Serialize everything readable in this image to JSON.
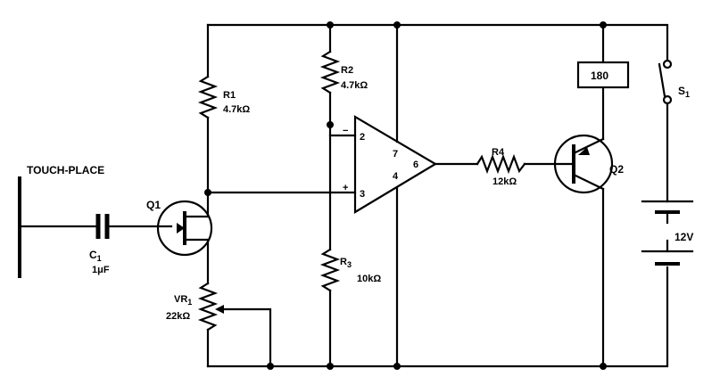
{
  "labels": {
    "touch_place": "TOUCH-PLACE",
    "c1_name": "C",
    "c1_sub": "1",
    "c1_value": "1μF",
    "q1": "Q1",
    "r1_name": "R1",
    "r1_value": "4.7kΩ",
    "r2_name": "R2",
    "r2_value": "4.7kΩ",
    "r3_name": "R",
    "r3_sub": "3",
    "r3_value": "10kΩ",
    "r4_name": "R4",
    "r4_value": "12kΩ",
    "vr1_name": "VR",
    "vr1_sub": "1",
    "vr1_value": "22kΩ",
    "q2": "Q2",
    "relay_value": "180",
    "s1_name": "S",
    "s1_sub": "1",
    "battery_voltage": "12V",
    "opamp_pin2": "2",
    "opamp_pin3": "3",
    "opamp_pin4": "4",
    "opamp_pin6": "6",
    "opamp_pin7": "7",
    "opamp_minus": "−",
    "opamp_plus": "+"
  }
}
